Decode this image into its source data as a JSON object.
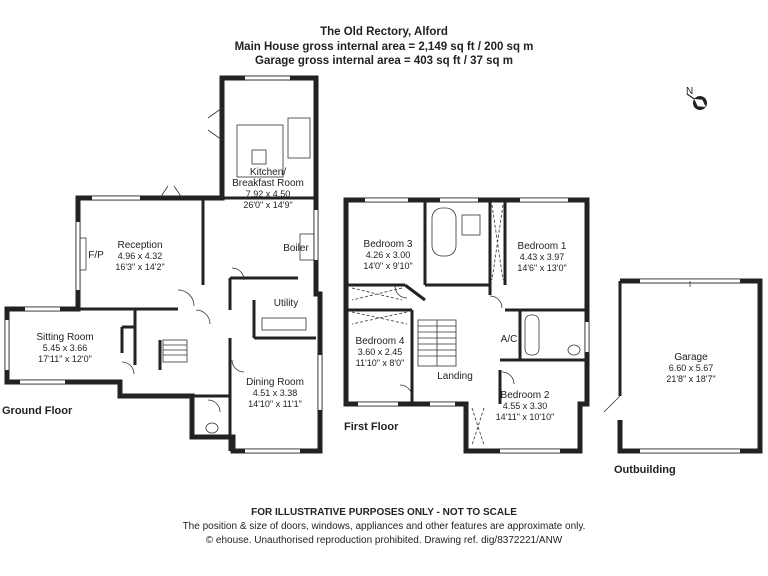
{
  "header": {
    "title": "The Old Rectory, Alford",
    "main_area": "Main House gross internal area = 2,149 sq ft / 200 sq m",
    "garage_area": "Garage gross internal area = 403 sq ft / 37 sq m"
  },
  "floors": {
    "ground": "Ground Floor",
    "first": "First Floor",
    "outbuilding": "Outbuilding"
  },
  "rooms": {
    "kitchen": {
      "name1": "Kitchen/",
      "name2": "Breakfast Room",
      "metric": "7.92 x 4.50",
      "imperial": "26'0\" x 14'9\""
    },
    "reception": {
      "name": "Reception",
      "metric": "4.96 x 4.32",
      "imperial": "16'3\" x 14'2\""
    },
    "sitting": {
      "name": "Sitting Room",
      "metric": "5.45 x 3.66",
      "imperial": "17'11\" x 12'0\""
    },
    "dining": {
      "name": "Dining Room",
      "metric": "4.51 x 3.38",
      "imperial": "14'10\" x 11'1\""
    },
    "bedroom3": {
      "name": "Bedroom 3",
      "metric": "4.26 x 3.00",
      "imperial": "14'0\" x 9'10\""
    },
    "bedroom1": {
      "name": "Bedroom 1",
      "metric": "4.43 x 3.97",
      "imperial": "14'6\" x 13'0\""
    },
    "bedroom4": {
      "name": "Bedroom 4",
      "metric": "3.60 x 2.45",
      "imperial": "11'10\" x 8'0\""
    },
    "bedroom2": {
      "name": "Bedroom 2",
      "metric": "4.55 x 3.30",
      "imperial": "14'11\" x 10'10\""
    },
    "garage": {
      "name": "Garage",
      "metric": "6.60 x 5.67",
      "imperial": "21'8\" x 18'7\""
    }
  },
  "labels": {
    "boiler": "Boiler",
    "utility": "Utility",
    "fp": "F/P",
    "landing": "Landing",
    "ac": "A/C"
  },
  "compass": {
    "north": "N"
  },
  "footer": {
    "disclaimer": "FOR ILLUSTRATIVE PURPOSES ONLY - NOT TO SCALE",
    "note": "The position & size of doors, windows, appliances and other features are approximate only.",
    "copyright": "© ehouse. Unauthorised reproduction prohibited. Drawing ref. dig/8372221/ANW"
  }
}
